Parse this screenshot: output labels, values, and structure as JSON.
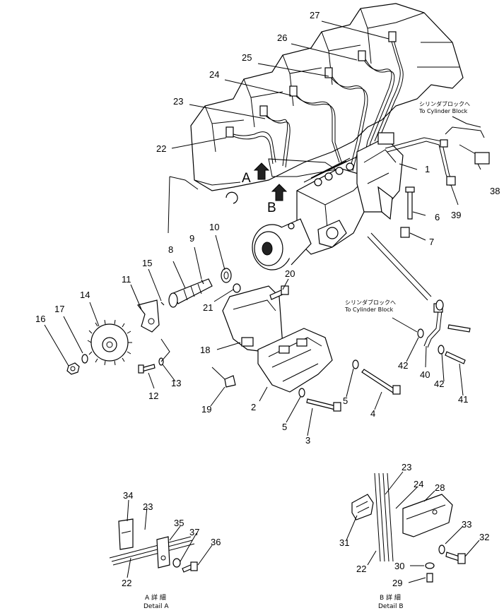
{
  "callouts": [
    {
      "id": "c27",
      "text": "27"
    },
    {
      "id": "c26",
      "text": "26"
    },
    {
      "id": "c25",
      "text": "25"
    },
    {
      "id": "c24",
      "text": "24"
    },
    {
      "id": "c23",
      "text": "23"
    },
    {
      "id": "c22",
      "text": "22"
    },
    {
      "id": "c1",
      "text": "1"
    },
    {
      "id": "c38",
      "text": "38"
    },
    {
      "id": "c39",
      "text": "39"
    },
    {
      "id": "c6",
      "text": "6"
    },
    {
      "id": "c7",
      "text": "7"
    },
    {
      "id": "c10",
      "text": "10"
    },
    {
      "id": "c9",
      "text": "9"
    },
    {
      "id": "c8",
      "text": "8"
    },
    {
      "id": "c15",
      "text": "15"
    },
    {
      "id": "c11",
      "text": "11"
    },
    {
      "id": "c14",
      "text": "14"
    },
    {
      "id": "c17",
      "text": "17"
    },
    {
      "id": "c16",
      "text": "16"
    },
    {
      "id": "c20",
      "text": "20"
    },
    {
      "id": "c21",
      "text": "21"
    },
    {
      "id": "c18",
      "text": "18"
    },
    {
      "id": "c12",
      "text": "12"
    },
    {
      "id": "c13",
      "text": "13"
    },
    {
      "id": "c19",
      "text": "19"
    },
    {
      "id": "c2",
      "text": "2"
    },
    {
      "id": "c3",
      "text": "3"
    },
    {
      "id": "c5a",
      "text": "5"
    },
    {
      "id": "c5b",
      "text": "5"
    },
    {
      "id": "c4",
      "text": "4"
    },
    {
      "id": "c42a",
      "text": "42"
    },
    {
      "id": "c40",
      "text": "40"
    },
    {
      "id": "c42b",
      "text": "42"
    },
    {
      "id": "c41",
      "text": "41"
    },
    {
      "id": "d34",
      "text": "34"
    },
    {
      "id": "d23a",
      "text": "23"
    },
    {
      "id": "d35",
      "text": "35"
    },
    {
      "id": "d37",
      "text": "37"
    },
    {
      "id": "d36",
      "text": "36"
    },
    {
      "id": "d22a",
      "text": "22"
    },
    {
      "id": "d23b",
      "text": "23"
    },
    {
      "id": "d24",
      "text": "24"
    },
    {
      "id": "d28",
      "text": "28"
    },
    {
      "id": "d33",
      "text": "33"
    },
    {
      "id": "d32",
      "text": "32"
    },
    {
      "id": "d31",
      "text": "31"
    },
    {
      "id": "d22b",
      "text": "22"
    },
    {
      "id": "d30",
      "text": "30"
    },
    {
      "id": "d29",
      "text": "29"
    }
  ],
  "view_letters": {
    "a": "A",
    "b": "B"
  },
  "notes": {
    "cyl1_jp": "シリンダブロックへ",
    "cyl1_en": "To Cylinder Block",
    "cyl2_jp": "シリンダブロックへ",
    "cyl2_en": "To Cylinder Block"
  },
  "details": {
    "a_jp": "A 詳 細",
    "a_en": "Detail A",
    "b_jp": "B 詳 細",
    "b_en": "Detail B"
  }
}
